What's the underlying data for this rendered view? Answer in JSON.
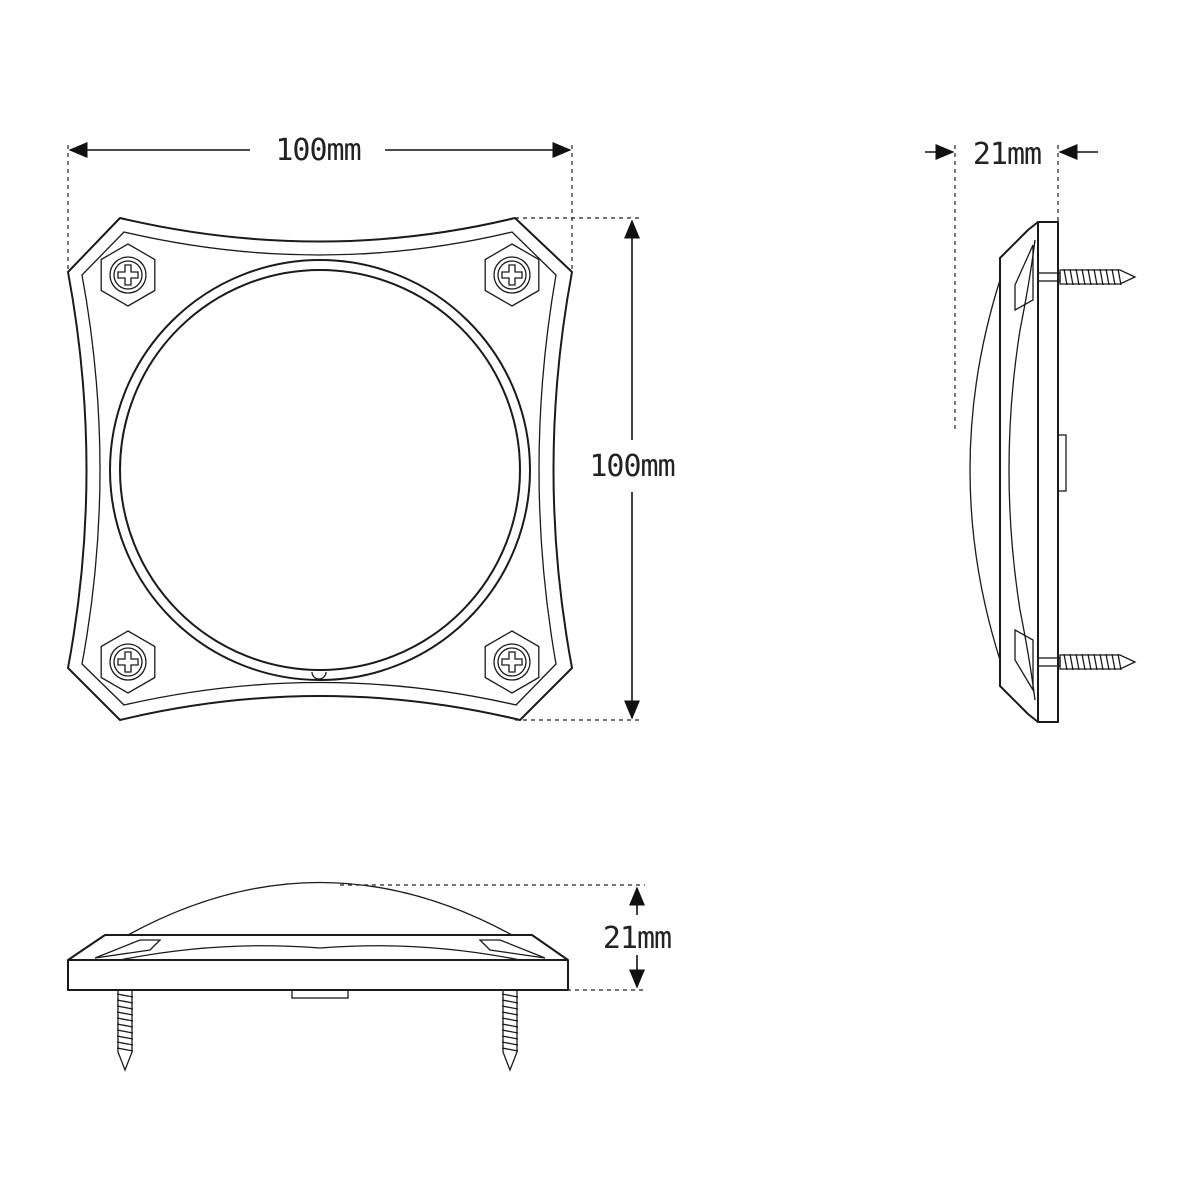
{
  "dimensions": {
    "front_width": "100mm",
    "front_height": "100mm",
    "side_depth": "21mm",
    "bottom_depth": "21mm"
  }
}
